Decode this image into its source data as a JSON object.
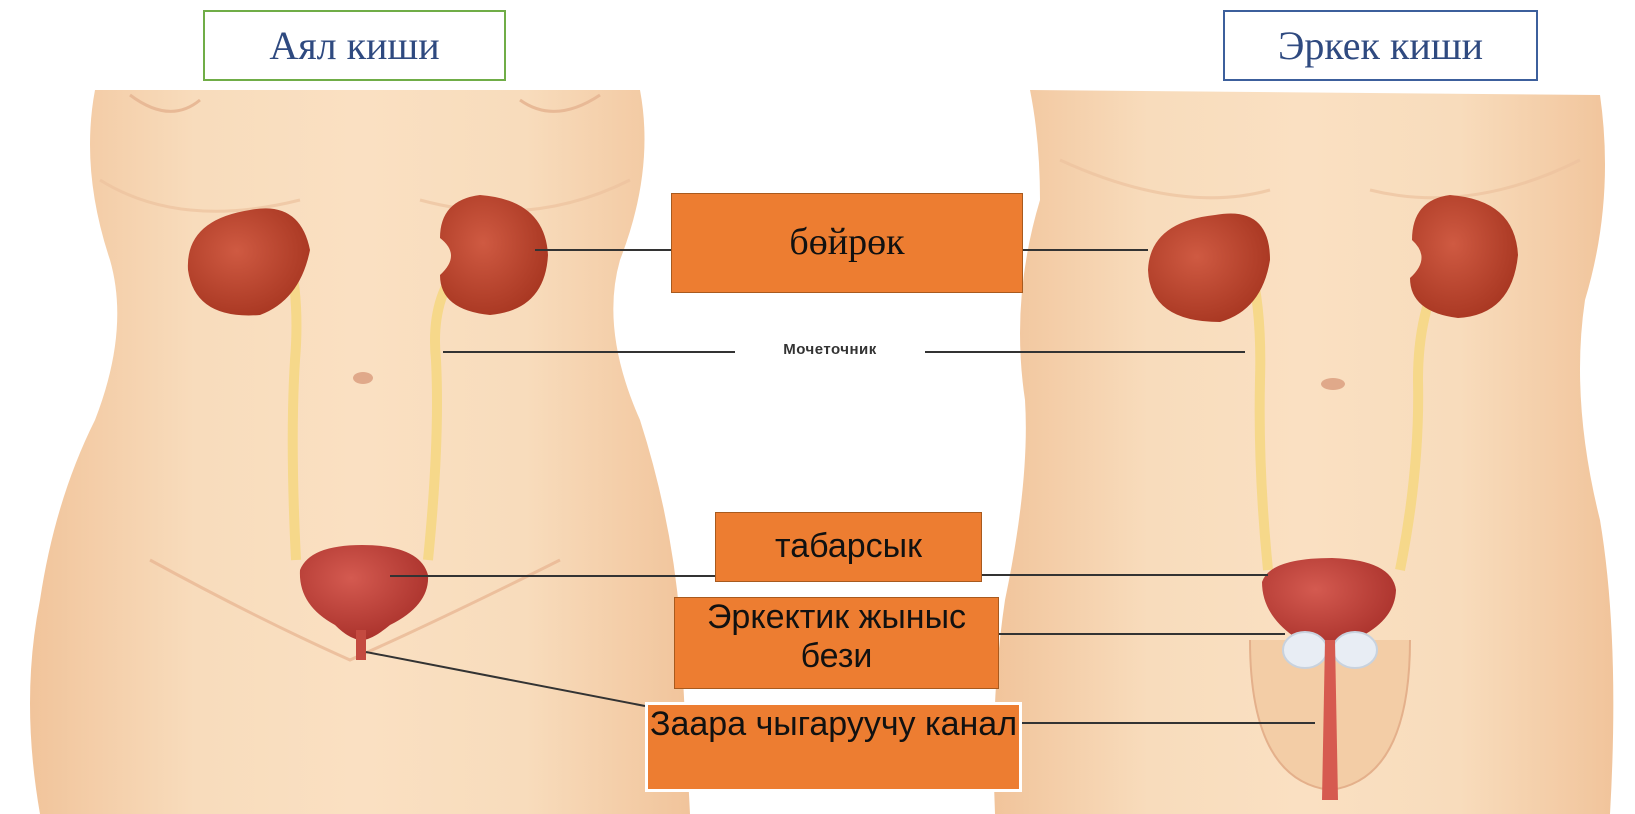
{
  "titles": {
    "female": "Аял киши",
    "male": "Эркек киши"
  },
  "labels": {
    "kidney": "бөйрөк",
    "ureter": "Мочеточник",
    "bladder": "табарсык",
    "gland": "Эркектик жыныс бези",
    "urethra": "Заара чыгаруучу канал"
  },
  "colors": {
    "skin": "#f6d2ac",
    "kidney": "#b8402e",
    "ureter": "#f4d27a",
    "bladder": "#c0453d",
    "label_fill": "#ed7d31"
  }
}
